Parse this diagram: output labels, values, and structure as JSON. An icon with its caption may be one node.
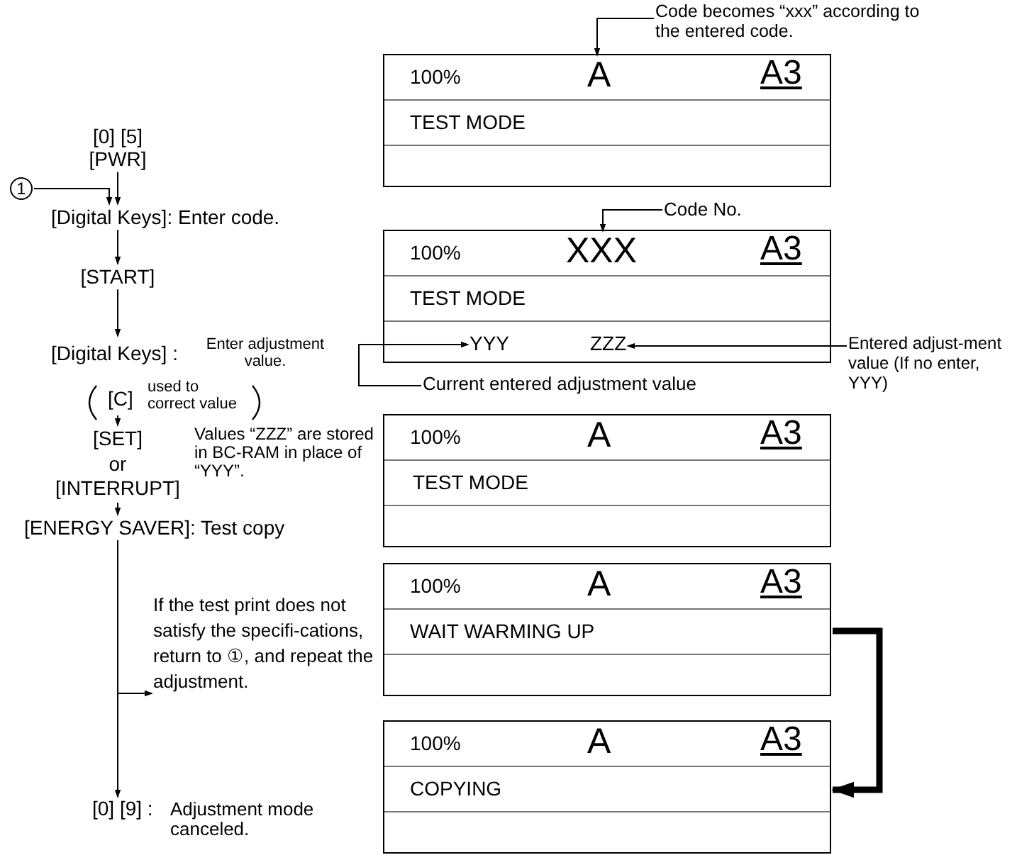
{
  "diagram": {
    "nodes": [
      {
        "text": [
          "[0] [5] [PWR]"
        ]
      },
      {
        "text": [
          "1"
        ]
      },
      {
        "text": [
          "[Digital Keys]: Enter code."
        ]
      },
      {
        "text": [
          "[START]"
        ]
      },
      {
        "text": [
          "[Digital Keys] :",
          "Enter adjustment value."
        ]
      },
      {
        "text": [
          "[C]",
          "used to correct value"
        ]
      },
      {
        "text": [
          "[SET] or [INTERRUPT]"
        ],
        "beside": [
          "Values “ZZZ” are stored in BC-RAM in place of “YYY”."
        ]
      },
      {
        "text": [
          "[ENERGY SAVER]: Test copy"
        ]
      },
      {
        "text": [
          "[0] [9] :",
          "Adjustment mode canceled."
        ]
      },
      {
        "text": [
          "If the test print does not satisfy the specifi-cations, return to ①, and repeat the adjustment."
        ]
      },
      {
        "text": [
          "Code becomes “xxx” according to the entered code."
        ]
      },
      {
        "text": [
          "100%",
          "A3",
          "TEST MODE"
        ]
      },
      {
        "text": [
          "A"
        ],
        "in": 11
      },
      {
        "text": [
          "Code No."
        ]
      },
      {
        "text": [
          "100%",
          "A3",
          "TEST MODE"
        ]
      },
      {
        "text": [
          "XXX"
        ],
        "in": 14
      },
      {
        "text": [
          "YYY"
        ],
        "in": 14
      },
      {
        "text": [
          "ZZZ"
        ],
        "in": 14
      },
      {
        "text": [
          "Current entered adjustment value"
        ]
      },
      {
        "text": [
          "Entered adjust-ment value (If no enter, YYY)"
        ]
      },
      {
        "text": [
          "100%",
          "A",
          "A3",
          "TEST MODE"
        ]
      },
      {
        "text": [
          "100%",
          "A",
          "A3",
          "WAIT WARMING UP"
        ]
      },
      {
        "text": [
          "100%",
          "A",
          "A3",
          "COPYING"
        ]
      }
    ],
    "edges": [
      {
        "from": 1,
        "to": 2,
        "arrow": "to"
      },
      {
        "from": 0,
        "to": 2,
        "arrow": "to"
      },
      {
        "from": 2,
        "to": 3,
        "arrow": "to"
      },
      {
        "from": 3,
        "to": 4,
        "arrow": "to"
      },
      {
        "from": 5,
        "to": 6,
        "arrow": "to"
      },
      {
        "from": 6,
        "to": 7,
        "arrow": "to"
      },
      {
        "from": 7,
        "to": 8,
        "arrow": "to"
      },
      {
        "from": 7,
        "to": 9,
        "arrow": "to"
      },
      {
        "from": 10,
        "to": 12,
        "arrow": "to"
      },
      {
        "from": 13,
        "to": 15,
        "arrow": "to"
      },
      {
        "from": 18,
        "to": 16,
        "arrow": "to"
      },
      {
        "from": 19,
        "to": 17,
        "arrow": "to"
      },
      {
        "from": 21,
        "to": 22,
        "arrow": "to",
        "style": "thick"
      }
    ]
  }
}
